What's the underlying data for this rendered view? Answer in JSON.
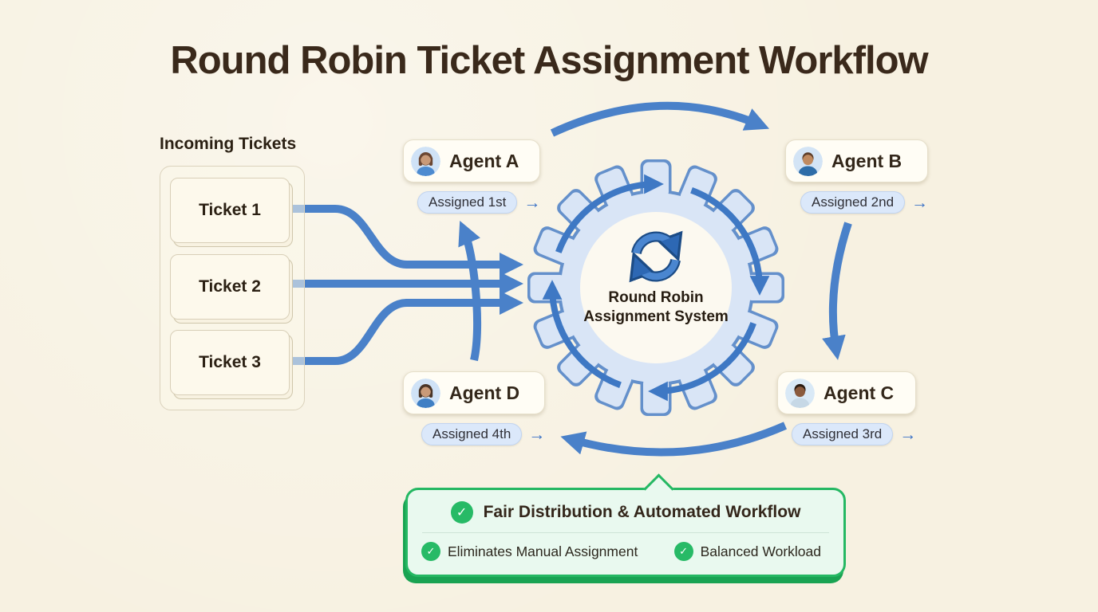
{
  "palette": {
    "background": "#f7f1e1",
    "arrow_blue": "#4a81c9",
    "ring_blue": "#3e78c4",
    "sync_blue": "#2d68b4",
    "sync_outline": "#1c4c86",
    "gear_fill": "#d9e5f6",
    "gear_outline": "#6490cb",
    "gear_center_bg": "#fcf9f0",
    "badge_bg": "#dbe8fa",
    "badge_border": "#c1d4f0",
    "card_bg": "#fffdf5",
    "green": "#25b863",
    "green_shadow": "#19a352",
    "callout_bg": "#e9f9ef",
    "title_color": "#3a291b"
  },
  "glyphs": {
    "arrow_right": "→",
    "check": "✓"
  },
  "title": "Round Robin Ticket Assignment Workflow",
  "incoming": {
    "label": "Incoming Tickets",
    "tickets": [
      {
        "label": "Ticket 1"
      },
      {
        "label": "Ticket 2"
      },
      {
        "label": "Ticket 3"
      }
    ]
  },
  "center": {
    "line1": "Round Robin",
    "line2": "Assignment System",
    "icon": "sync-icon"
  },
  "agents": [
    {
      "name": "Agent A",
      "badge": "Assigned 1st",
      "avatar": "female-light"
    },
    {
      "name": "Agent B",
      "badge": "Assigned 2nd",
      "avatar": "male-light"
    },
    {
      "name": "Agent C",
      "badge": "Assigned 3rd",
      "avatar": "male-dark"
    },
    {
      "name": "Agent D",
      "badge": "Assigned 4th",
      "avatar": "female-dark"
    }
  ],
  "callout": {
    "title": "Fair Distribution & Automated Workflow",
    "items": [
      "Eliminates Manual Assignment",
      "Balanced Workload"
    ]
  }
}
